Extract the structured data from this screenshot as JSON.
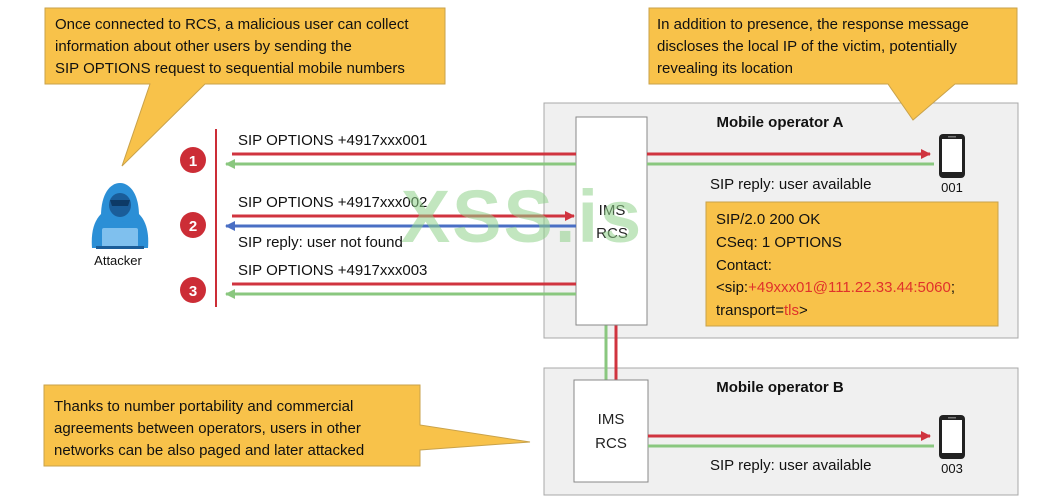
{
  "callouts": {
    "top_left": [
      "Once connected to RCS, a malicious user can collect",
      "information about other users by sending the",
      "SIP OPTIONS request to sequential mobile numbers"
    ],
    "top_right": [
      "In addition to presence, the response message",
      "discloses the local IP of the victim, potentially",
      "revealing its location"
    ],
    "bottom_left": [
      "Thanks to number portability and commercial",
      "agreements between operators, users in other",
      "networks can be also paged and later attacked"
    ]
  },
  "attacker": {
    "label": "Attacker",
    "icon": "hooded-attacker-icon"
  },
  "steps": [
    {
      "num": "1",
      "request": "SIP OPTIONS +4917xxx001"
    },
    {
      "num": "2",
      "request": "SIP OPTIONS +4917xxx002",
      "reply": "SIP reply: user not found"
    },
    {
      "num": "3",
      "request": "SIP OPTIONS +4917xxx003"
    }
  ],
  "operator_a": {
    "title": "Mobile operator A",
    "ims_line1": "IMS",
    "ims_line2": "RCS",
    "reply": "SIP reply: user available",
    "phone_label": "001"
  },
  "operator_b": {
    "title": "Mobile operator B",
    "ims_line1": "IMS",
    "ims_line2": "RCS",
    "reply": "SIP reply: user available",
    "phone_label": "003"
  },
  "response": {
    "line1": "SIP/2.0 200 OK",
    "line2": "CSeq: 1 OPTIONS",
    "line3": "Contact:",
    "line4_prefix": "<sip:",
    "line4_highlight": "+49xxx01@111.22.33.44:5060",
    "line4_suffix": ";",
    "line5_prefix": "transport=",
    "line5_highlight": "tls",
    "line5_suffix": ">"
  },
  "watermark": "XSS.is",
  "colors": {
    "request_arrow": "#d0343f",
    "reply_ok_arrow": "#8ac77f",
    "reply_notfound_arrow": "#4a6fc4",
    "step_badge": "#cc2d36",
    "callout_fill": "#f8c24a",
    "operator_box": "#f0f0f0",
    "highlight_text": "#e0322b",
    "attacker_icon": "#2b8fd6",
    "watermark": "#8fd18a"
  }
}
